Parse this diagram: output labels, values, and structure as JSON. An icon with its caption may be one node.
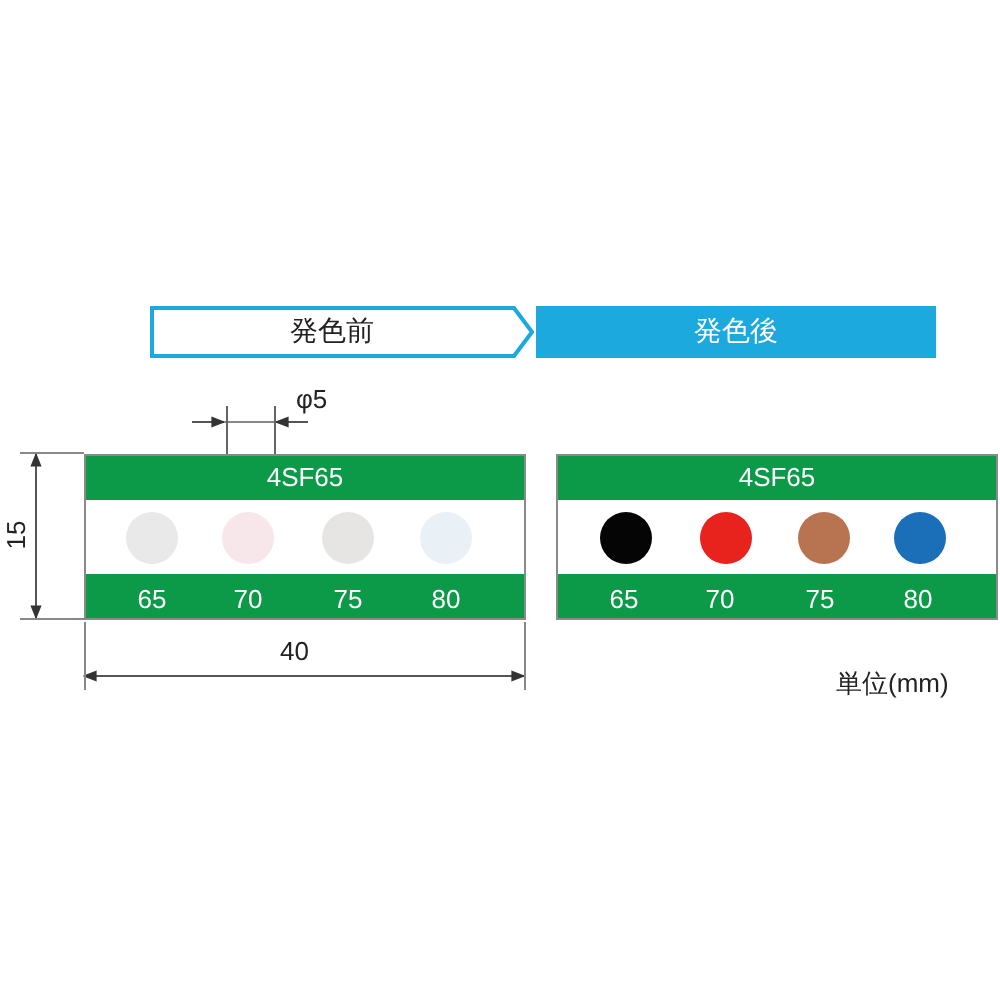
{
  "diagram": {
    "nodes": [
      {
        "text": [
          "発色前"
        ]
      },
      {
        "text": [
          "発色後"
        ]
      },
      {
        "text": [
          "4SF65",
          "65",
          "70",
          "75",
          "80"
        ]
      },
      {
        "text": [],
        "shape": "circle",
        "in": 2
      },
      {
        "text": [],
        "shape": "circle",
        "in": 2
      },
      {
        "text": [],
        "shape": "circle",
        "in": 2
      },
      {
        "text": [],
        "shape": "circle",
        "in": 2
      },
      {
        "text": [
          "4SF65",
          "65",
          "70",
          "75",
          "80"
        ]
      },
      {
        "text": [],
        "shape": "circle",
        "in": 7
      },
      {
        "text": [],
        "shape": "circle",
        "in": 7
      },
      {
        "text": [],
        "shape": "circle",
        "in": 7
      },
      {
        "text": [],
        "shape": "circle",
        "in": 7
      }
    ],
    "labels": [
      "φ5",
      "15",
      "40",
      "単位(mm)"
    ]
  }
}
